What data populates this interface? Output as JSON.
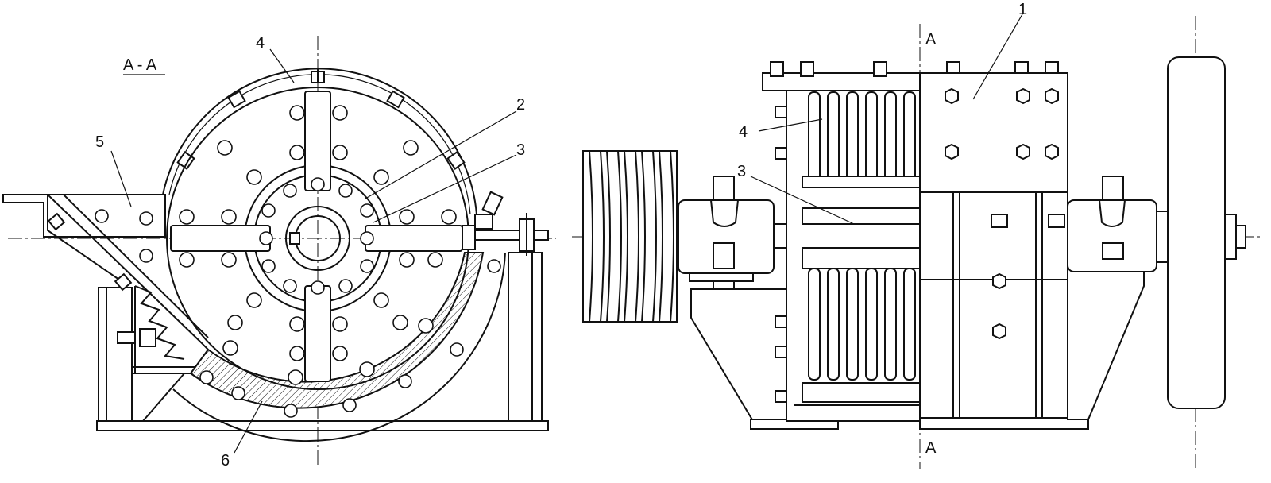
{
  "drawing": {
    "section_label": "A - A",
    "section_marker_top": "A",
    "section_marker_bottom": "A",
    "callouts_left": [
      "4",
      "2",
      "3",
      "5",
      "6"
    ],
    "callouts_right": [
      "1",
      "4",
      "3"
    ]
  }
}
